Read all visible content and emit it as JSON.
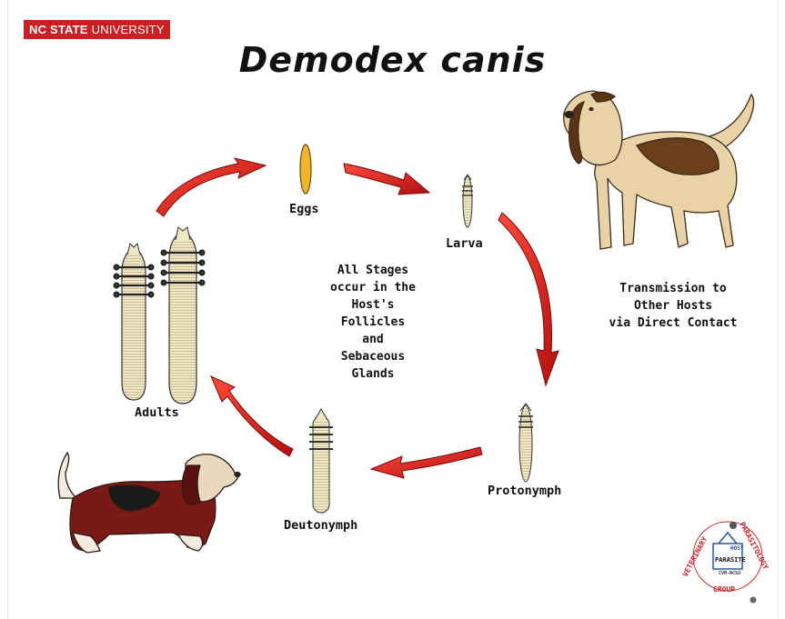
{
  "header": {
    "badge_bold": "NC STATE",
    "badge_rest": "UNIVERSITY",
    "title": "Demodex canis"
  },
  "stages": {
    "eggs": "Eggs",
    "larva": "Larva",
    "protonymph": "Protonymph",
    "deutonymph": "Deutonymph",
    "adults": "Adults"
  },
  "center_note": [
    "All Stages",
    "occur in the",
    "Host's",
    "Follicles",
    "and",
    "Sebaceous",
    "Glands"
  ],
  "transmission": [
    "Transmission to",
    "Other Hosts",
    "via Direct Contact"
  ],
  "logo": {
    "left_arc": "VETERINARY",
    "right_arc": "PARASITOLOGY",
    "center_top": "HOST",
    "center": "PARASITE",
    "bottom": "GROUP",
    "small": "CVM-NCSU"
  },
  "colors": {
    "arrow": "#d62020",
    "egg": "#f0b52a",
    "mite_body": "#efe6c4",
    "brand_red": "#cc1f24"
  }
}
